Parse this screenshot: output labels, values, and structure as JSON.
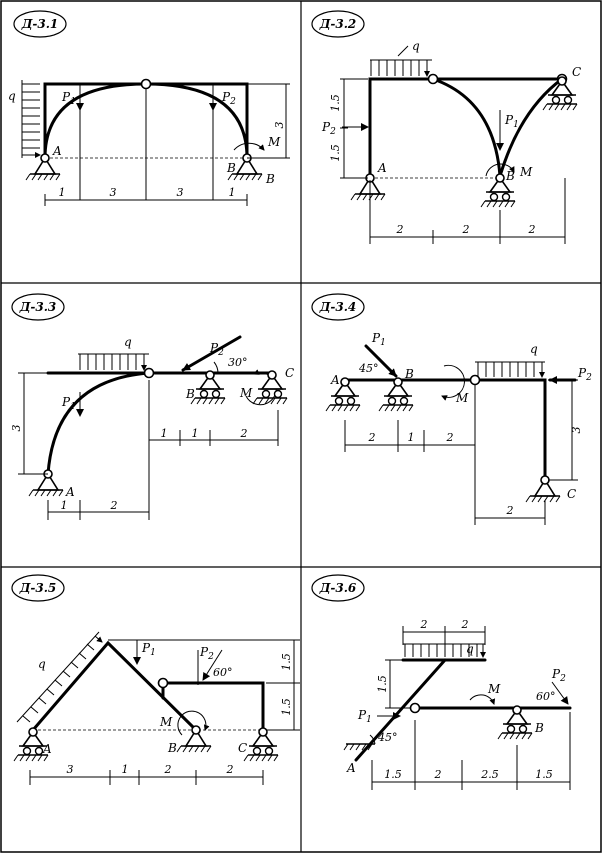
{
  "panels": [
    {
      "id": "D-3.1",
      "title": "Д-3.1",
      "labels": {
        "q": "q",
        "p1": "P",
        "p1_sub": "1",
        "p2": "P",
        "p2_sub": "2",
        "m": "M",
        "a": "A",
        "b1": "B",
        "b2": "B"
      },
      "dims": {
        "h1": "1",
        "h2": "3",
        "h3": "3",
        "h4": "1",
        "v1": "3"
      }
    },
    {
      "id": "D-3.2",
      "title": "Д-3.2",
      "labels": {
        "q": "q",
        "p1": "P",
        "p1_sub": "1",
        "p2": "P",
        "p2_sub": "2",
        "m": "M",
        "a": "A",
        "b": "B",
        "c": "C"
      },
      "dims": {
        "h1": "2",
        "h2": "2",
        "h3": "2",
        "v1": "1.5",
        "v2": "1.5"
      }
    },
    {
      "id": "D-3.3",
      "title": "Д-3.3",
      "labels": {
        "q": "q",
        "p1": "P",
        "p1_sub": "1",
        "p2": "P",
        "p2_sub": "2",
        "m": "M",
        "a": "A",
        "b": "B",
        "c": "C",
        "angle": "30°"
      },
      "dims": {
        "h1": "1",
        "h2": "2",
        "h3": "1",
        "h4": "1",
        "h5": "2",
        "v1": "3"
      }
    },
    {
      "id": "D-3.4",
      "title": "Д-3.4",
      "labels": {
        "q": "q",
        "p1": "P",
        "p1_sub": "1",
        "p2": "P",
        "p2_sub": "2",
        "m": "M",
        "a": "A",
        "b": "B",
        "c": "C",
        "angle": "45°"
      },
      "dims": {
        "h1": "2",
        "h2": "1",
        "h3": "2",
        "h4": "2",
        "v1": "3"
      }
    },
    {
      "id": "D-3.5",
      "title": "Д-3.5",
      "labels": {
        "q": "q",
        "p1": "P",
        "p1_sub": "1",
        "p2": "P",
        "p2_sub": "2",
        "m": "M",
        "a": "A",
        "b": "B",
        "c": "C",
        "angle": "60°"
      },
      "dims": {
        "h1": "3",
        "h2": "1",
        "h3": "2",
        "h4": "2",
        "v1": "1.5",
        "v2": "1.5"
      }
    },
    {
      "id": "D-3.6",
      "title": "Д-3.6",
      "labels": {
        "q": "q",
        "p1": "P",
        "p1_sub": "1",
        "p2": "P",
        "p2_sub": "2",
        "m": "M",
        "a": "A",
        "b": "B",
        "angle1": "45°",
        "angle2": "60°"
      },
      "dims": {
        "t1": "2",
        "t2": "2",
        "h1": "1.5",
        "h2": "2",
        "h3": "2.5",
        "h4": "1.5",
        "v1": "1.5"
      }
    }
  ]
}
